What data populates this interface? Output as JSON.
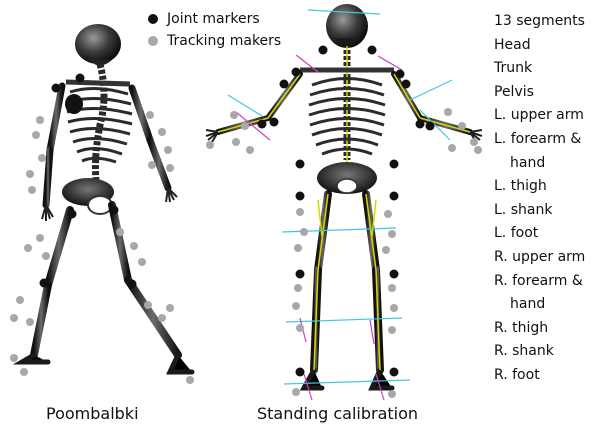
{
  "legend": {
    "joint_label": "Joint markers",
    "tracking_label": "Tracking makers",
    "joint_color": "#111111",
    "tracking_color": "#a8a8a8"
  },
  "segments": {
    "count_label": "13 segments",
    "items": [
      {
        "text": "Head"
      },
      {
        "text": "Trunk"
      },
      {
        "text": "Pelvis"
      },
      {
        "text": "L. upper arm"
      },
      {
        "text": "L. forearm &"
      },
      {
        "text": "hand",
        "indent": true
      },
      {
        "text": "L. thigh"
      },
      {
        "text": "L. shank"
      },
      {
        "text": "L. foot"
      },
      {
        "text": "R. upper arm"
      },
      {
        "text": "R. forearm &"
      },
      {
        "text": "hand",
        "indent": true
      },
      {
        "text": "R. thigh"
      },
      {
        "text": "R. shank"
      },
      {
        "text": "R. foot"
      }
    ]
  },
  "captions": {
    "left": "Poombalbki",
    "right": "Standing calibration"
  },
  "colors": {
    "bone_dark": "#1a1a1a",
    "bone_mid": "#555555",
    "segment_axis": "#d8d800",
    "vector_cyan": "#40c8e0",
    "vector_magenta": "#d040c0"
  }
}
